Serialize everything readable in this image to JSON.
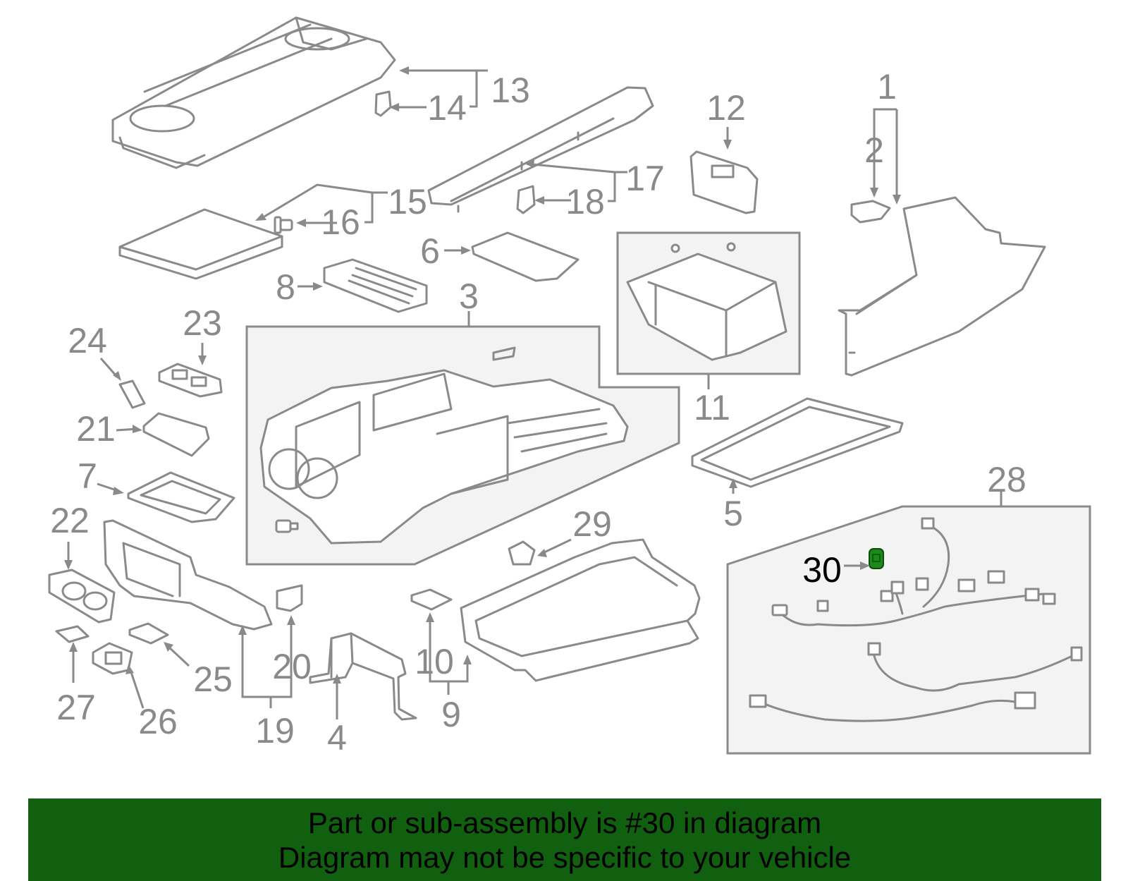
{
  "diagram": {
    "highlighted_part": "30",
    "highlight_color": "#1b8a1b",
    "line_color": "#8a8a8a",
    "callouts": [
      "1",
      "2",
      "3",
      "4",
      "5",
      "6",
      "7",
      "8",
      "9",
      "10",
      "11",
      "12",
      "13",
      "14",
      "15",
      "16",
      "17",
      "18",
      "19",
      "20",
      "21",
      "22",
      "23",
      "24",
      "25",
      "26",
      "27",
      "28",
      "29",
      "30"
    ]
  },
  "banner": {
    "line1": "Part or sub-assembly is #30 in diagram",
    "line2": "Diagram may not be specific to your vehicle",
    "background": "#106010"
  }
}
